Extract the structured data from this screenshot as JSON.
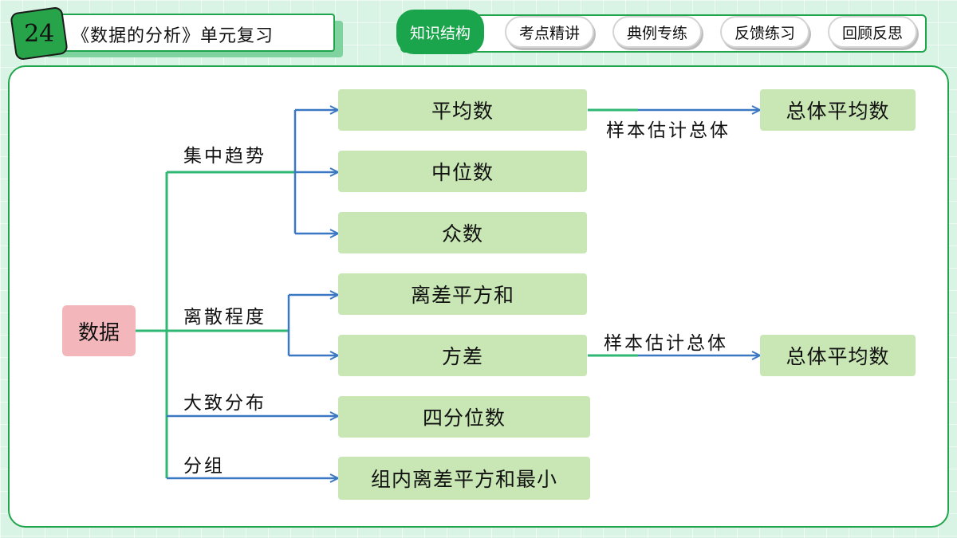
{
  "header": {
    "lesson_number": "24",
    "title": "《数据的分析》单元复习"
  },
  "nav": {
    "tabs": [
      {
        "label": "知识结构",
        "active": true
      },
      {
        "label": "考点精讲",
        "active": false
      },
      {
        "label": "典例专练",
        "active": false
      },
      {
        "label": "反馈练习",
        "active": false
      },
      {
        "label": "回顾反思",
        "active": false
      }
    ]
  },
  "diagram": {
    "root": "数据",
    "branches": [
      {
        "label": "集中趋势",
        "children": [
          "平均数",
          "中位数",
          "众数"
        ]
      },
      {
        "label": "离散程度",
        "children": [
          "离差平方和",
          "方差"
        ]
      },
      {
        "label": "大致分布",
        "children": [
          "四分位数"
        ]
      },
      {
        "label": "分组",
        "children": [
          "组内离差平方和最小"
        ]
      }
    ],
    "estimates": [
      {
        "from": "平均数",
        "edge_label": "样本估计总体",
        "target": "总体平均数"
      },
      {
        "from": "方差",
        "edge_label": "样本估计总体",
        "target": "总体平均数"
      }
    ]
  },
  "colors": {
    "accent_green": "#1aa54c",
    "node_fill": "#c9e7b5",
    "root_fill": "#f3b6ba",
    "connector_green": "#2fb873",
    "connector_blue": "#3b78c4"
  }
}
